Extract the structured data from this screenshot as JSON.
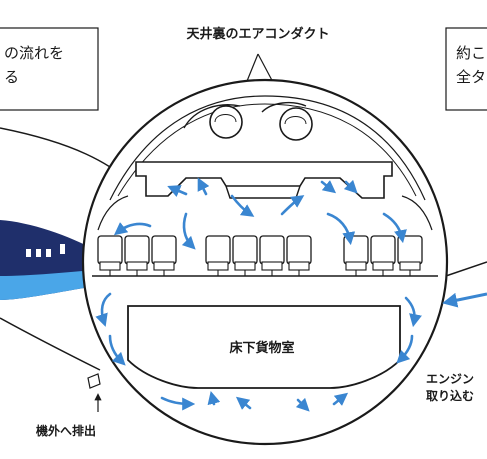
{
  "labels": {
    "top_callout": "天井裏のエアコンダクト",
    "left_box_line1": "の流れを",
    "left_box_line2": "る",
    "right_box_line1": "約こ",
    "right_box_line2": "全タ",
    "cargo": "床下貨物室",
    "exhaust": "機外へ排出",
    "engine_line1": "エンジン",
    "engine_line2": "取り込む"
  },
  "colors": {
    "arrow_blue": "#3a86d1",
    "fuselage_navy": "#1f2f6b",
    "stripe_blue": "#4aa6e8",
    "line": "#1a1a1a"
  },
  "icons": [
    "duct-fan-icon",
    "airflow-arrow-icon",
    "seat-icon",
    "window-icon"
  ]
}
